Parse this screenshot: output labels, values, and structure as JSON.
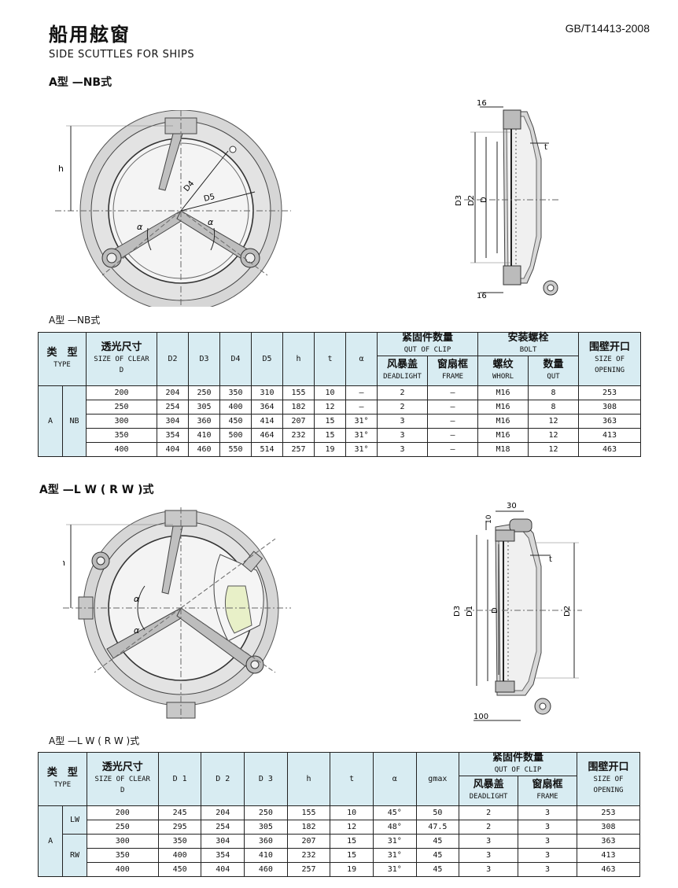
{
  "header": {
    "title_cn": "船用舷窗",
    "title_en": "SIDE SCUTTLES FOR SHIPS",
    "standard": "GB/T14413-2008"
  },
  "section1": {
    "heading": "A型 —NB式",
    "caption": "A型 —NB式",
    "drawing_labels": {
      "h": "h",
      "d4": "D4",
      "d5": "D5",
      "alpha": "α",
      "top_16": "16",
      "bottom_16": "16",
      "t": "t",
      "d3": "D3",
      "d2": "D2",
      "d": "D"
    }
  },
  "section2": {
    "heading": "A型 —L W ( R W )式",
    "caption": "A型 —L W ( R W )式",
    "drawing_labels": {
      "h": "h",
      "alpha": "α",
      "top_30": "30",
      "top_10": "10",
      "bottom_100": "100",
      "t": "t",
      "d3": "D3",
      "d1": "D1",
      "d": "D",
      "d2": "D2"
    }
  },
  "table1": {
    "h_type_cn": "类　型",
    "h_type_en": "TYPE",
    "h_clear_cn": "透光尺寸",
    "h_clear_en": "SIZE OF CLEAR",
    "h_clear_d": "D",
    "cols": [
      "D2",
      "D3",
      "D4",
      "D5",
      "h",
      "t",
      "α"
    ],
    "h_clip_cn": "紧固件数量",
    "h_clip_en": "QUT OF CLIP",
    "h_dead_cn": "风暴盖",
    "h_dead_en": "DEADLIGHT",
    "h_frame_cn": "窗扇框",
    "h_frame_en": "FRAME",
    "h_bolt_cn": "安装螺栓",
    "h_bolt_en": "BOLT",
    "h_whorl_cn": "螺纹",
    "h_whorl_en": "WHORL",
    "h_qut_cn": "数量",
    "h_qut_en": "QUT",
    "h_open_cn": "围壁开口",
    "h_open_en": "SIZE OF OPENING",
    "type_a": "A",
    "type_nb": "NB",
    "rows": [
      [
        "200",
        "204",
        "250",
        "350",
        "310",
        "155",
        "10",
        "—",
        "2",
        "—",
        "M16",
        "8",
        "253"
      ],
      [
        "250",
        "254",
        "305",
        "400",
        "364",
        "182",
        "12",
        "—",
        "2",
        "—",
        "M16",
        "8",
        "308"
      ],
      [
        "300",
        "304",
        "360",
        "450",
        "414",
        "207",
        "15",
        "31°",
        "3",
        "—",
        "M16",
        "12",
        "363"
      ],
      [
        "350",
        "354",
        "410",
        "500",
        "464",
        "232",
        "15",
        "31°",
        "3",
        "—",
        "M16",
        "12",
        "413"
      ],
      [
        "400",
        "404",
        "460",
        "550",
        "514",
        "257",
        "19",
        "31°",
        "3",
        "—",
        "M18",
        "12",
        "463"
      ]
    ]
  },
  "table2": {
    "h_type_cn": "类　型",
    "h_type_en": "TYPE",
    "h_clear_cn": "透光尺寸",
    "h_clear_en": "SIZE OF CLEAR",
    "h_clear_d": "D",
    "cols": [
      "D 1",
      "D 2",
      "D 3",
      "h",
      "t",
      "α",
      "gmax"
    ],
    "h_clip_cn": "紧固件数量",
    "h_clip_en": "QUT OF CLIP",
    "h_dead_cn": "风暴盖",
    "h_dead_en": "DEADLIGHT",
    "h_frame_cn": "窗扇框",
    "h_frame_en": "FRAME",
    "h_open_cn": "围壁开口",
    "h_open_en": "SIZE OF OPENING",
    "type_a": "A",
    "type_lw": "LW",
    "type_rw": "RW",
    "rows": [
      [
        "200",
        "245",
        "204",
        "250",
        "155",
        "10",
        "45°",
        "50",
        "2",
        "3",
        "253"
      ],
      [
        "250",
        "295",
        "254",
        "305",
        "182",
        "12",
        "48°",
        "47.5",
        "2",
        "3",
        "308"
      ],
      [
        "300",
        "350",
        "304",
        "360",
        "207",
        "15",
        "31°",
        "45",
        "3",
        "3",
        "363"
      ],
      [
        "350",
        "400",
        "354",
        "410",
        "232",
        "15",
        "31°",
        "45",
        "3",
        "3",
        "413"
      ],
      [
        "400",
        "450",
        "404",
        "460",
        "257",
        "19",
        "31°",
        "45",
        "3",
        "3",
        "463"
      ]
    ]
  }
}
